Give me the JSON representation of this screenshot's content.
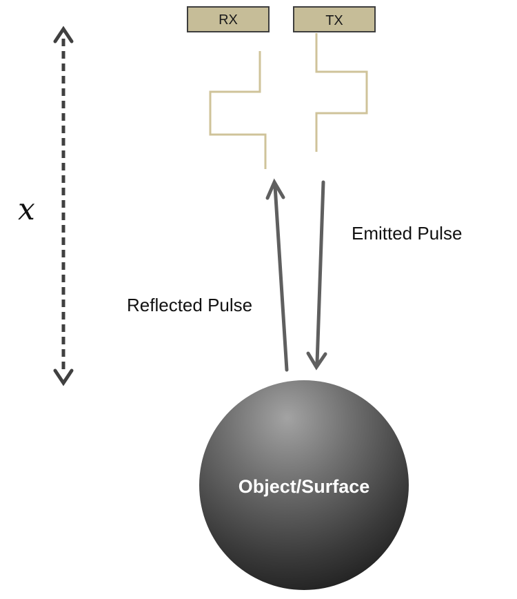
{
  "diagram": {
    "receiver_label": "RX",
    "transmitter_label": "TX",
    "distance_label": "x",
    "emitted_label": "Emitted Pulse",
    "reflected_label": "Reflected Pulse",
    "object_label": "Object/Surface"
  },
  "colors": {
    "box_fill": "#c6bd98",
    "box_stroke": "#3d3d3d",
    "pulse_wave": "#cfc39a",
    "arrow": "#5f5f5f",
    "distance_arrow": "#404040",
    "sphere_light": "#9a9a9a",
    "sphere_dark": "#1e1e1e"
  }
}
